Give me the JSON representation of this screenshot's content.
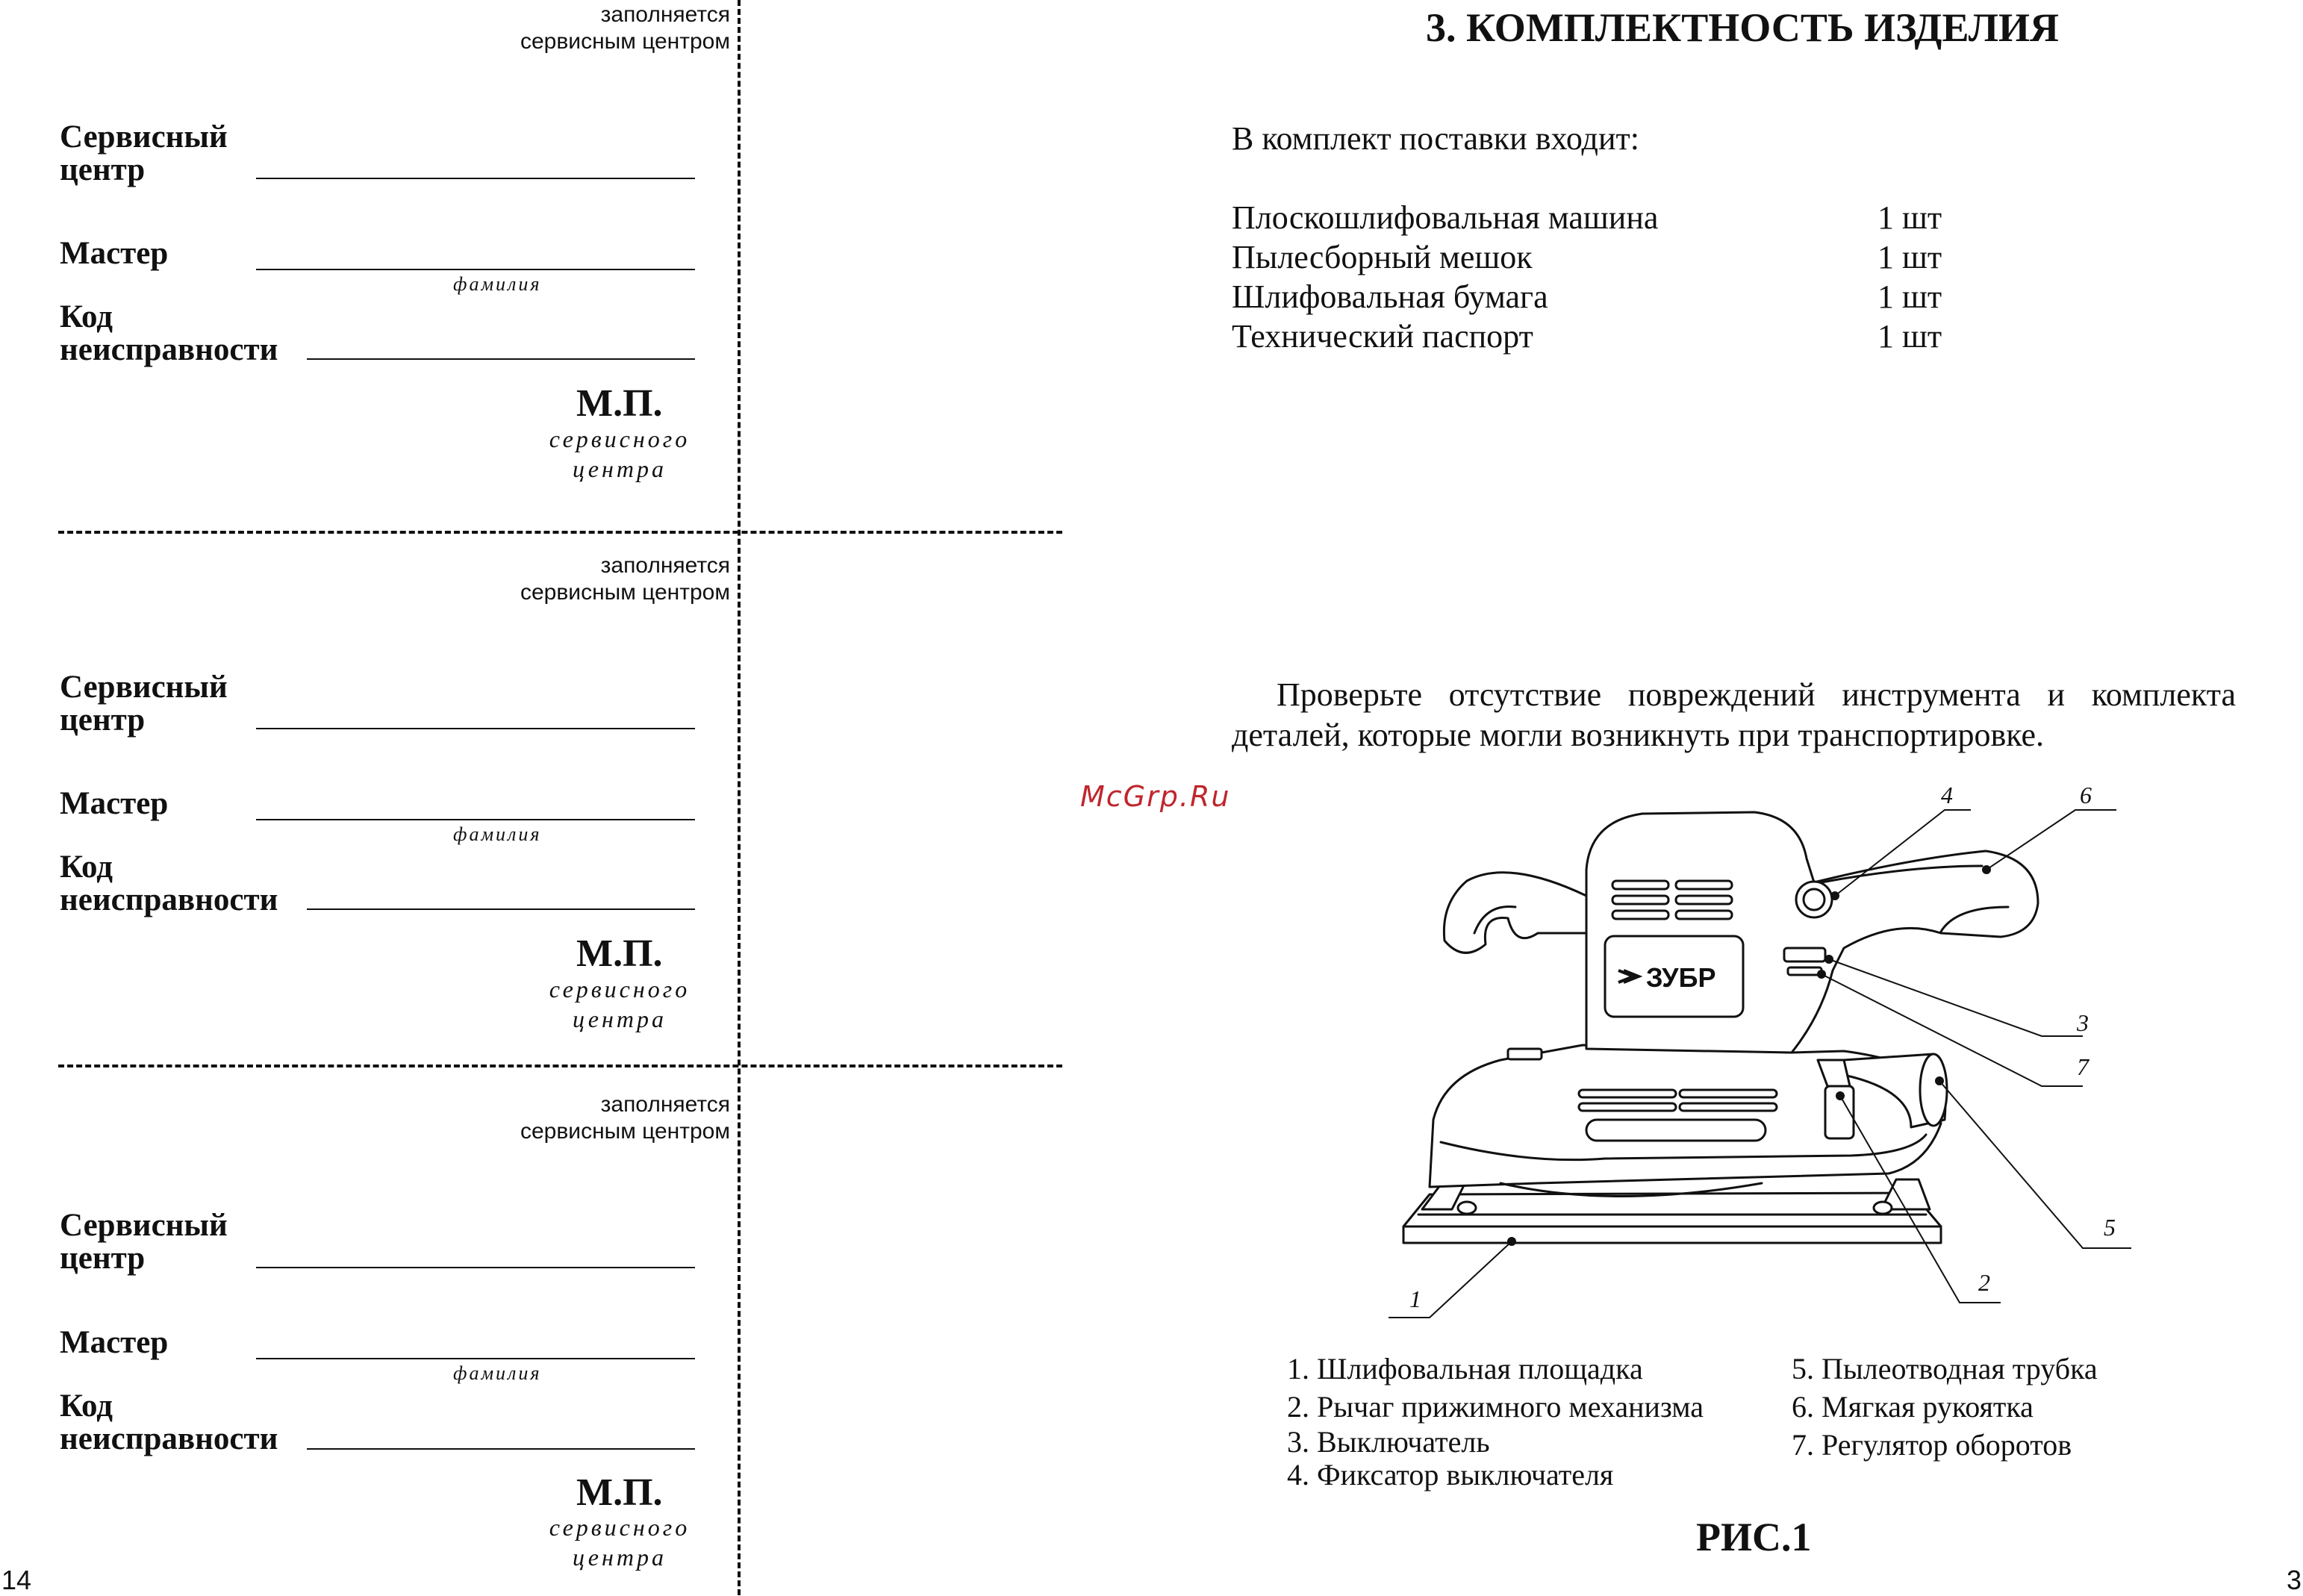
{
  "left_page": {
    "page_number": "14",
    "coupons": [
      {
        "note": [
          "заполняется",
          "сервисным центром"
        ],
        "service_center_label": [
          "Сервисный",
          "центр"
        ],
        "master_label": "Мастер",
        "surname_hint": "фамилия",
        "fault_code_label": [
          "Код",
          "неисправности"
        ],
        "stamp_label": "М.П.",
        "stamp_sub": [
          "сервисного",
          "центра"
        ]
      },
      {
        "note": [
          "заполняется",
          "сервисным центром"
        ],
        "service_center_label": [
          "Сервисный",
          "центр"
        ],
        "master_label": "Мастер",
        "surname_hint": "фамилия",
        "fault_code_label": [
          "Код",
          "неисправности"
        ],
        "stamp_label": "М.П.",
        "stamp_sub": [
          "сервисного",
          "центра"
        ]
      },
      {
        "note": [
          "заполняется",
          "сервисным центром"
        ],
        "service_center_label": [
          "Сервисный",
          "центр"
        ],
        "master_label": "Мастер",
        "surname_hint": "фамилия",
        "fault_code_label": [
          "Код",
          "неисправности"
        ],
        "stamp_label": "М.П.",
        "stamp_sub": [
          "сервисного",
          "центра"
        ]
      }
    ]
  },
  "watermark": "McGrp.Ru",
  "right_page": {
    "page_number": "3",
    "title": "3. КОМПЛЕКТНОСТЬ ИЗДЕЛИЯ",
    "intro": "В комплект поставки входит:",
    "items": [
      {
        "name": "Плоскошлифовальная машина",
        "qty": "1 шт"
      },
      {
        "name": "Пылесборный мешок",
        "qty": "1 шт"
      },
      {
        "name": "Шлифовальная бумага",
        "qty": "1 шт"
      },
      {
        "name": "Технический паспорт",
        "qty": "1 шт"
      }
    ],
    "check_text": [
      "Проверьте отсутствие повреждений инструмента и комплекта",
      "деталей, которые могли возникнуть при транспортировке."
    ],
    "figure": {
      "brand": "ЗУБР",
      "callouts": [
        "1",
        "2",
        "3",
        "4",
        "5",
        "6",
        "7"
      ],
      "legend_left": [
        "1. Шлифовальная площадка",
        "2. Рычаг прижимного механизма",
        "3. Выключатель",
        "4. Фиксатор выключателя"
      ],
      "legend_right": [
        "5. Пылеотводная трубка",
        "6. Мягкая рукоятка",
        "7. Регулятор оборотов"
      ],
      "caption": "РИС.1"
    }
  }
}
